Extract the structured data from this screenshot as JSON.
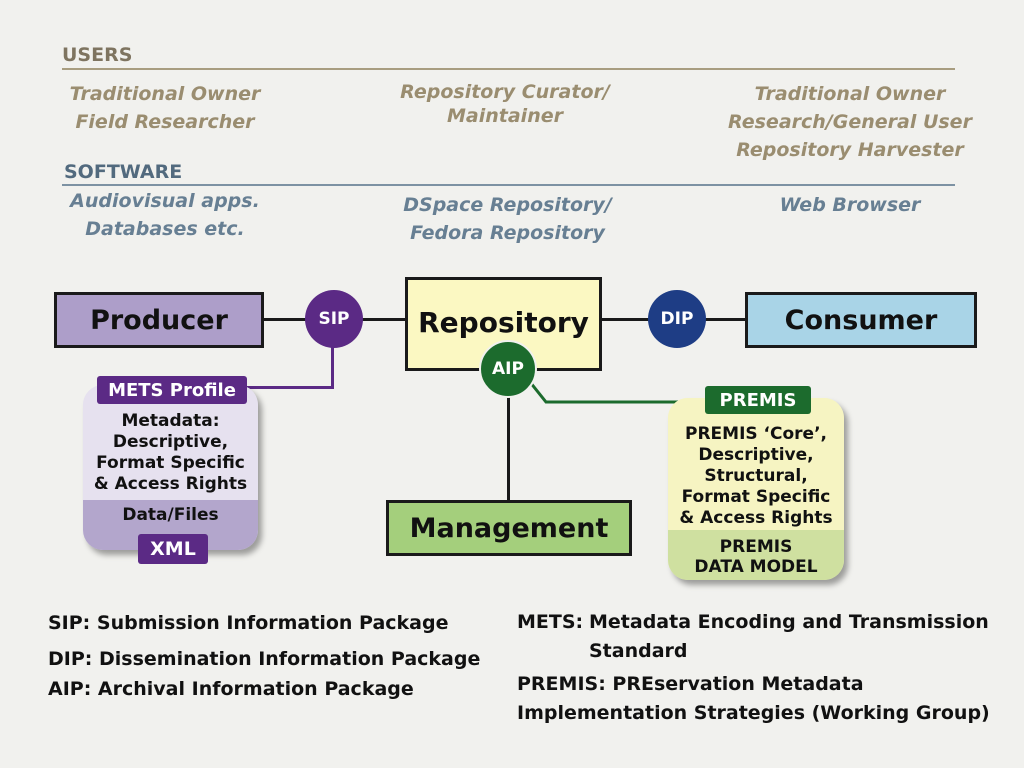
{
  "users": {
    "title": "USERS",
    "producer_side": [
      "Traditional Owner",
      "Field Researcher"
    ],
    "repository_side": [
      "Repository Curator/",
      "Maintainer"
    ],
    "consumer_side": [
      "Traditional Owner",
      "Research/General User",
      "Repository Harvester"
    ]
  },
  "software": {
    "title": "SOFTWARE",
    "producer_side": [
      "Audiovisual apps.",
      "Databases etc."
    ],
    "repository_side": [
      "DSpace Repository/",
      "Fedora Repository"
    ],
    "consumer_side": [
      "Web Browser"
    ]
  },
  "boxes": {
    "producer": "Producer",
    "repository": "Repository",
    "consumer": "Consumer",
    "management": "Management"
  },
  "packages": {
    "sip": "SIP",
    "dip": "DIP",
    "aip": "AIP"
  },
  "mets_card": {
    "label": "METS Profile",
    "metadata": [
      "Metadata:",
      "Descriptive,",
      "Format Specific",
      "& Access Rights"
    ],
    "data": "Data/Files",
    "tag": "XML"
  },
  "premis_card": {
    "label": "PREMIS",
    "metadata": [
      "PREMIS ‘Core’,",
      "Descriptive,",
      "Structural,",
      "Format Specific",
      "& Access Rights"
    ],
    "model": [
      "PREMIS",
      "DATA MODEL"
    ]
  },
  "legend": {
    "sip": "SIP: Submission Information Package",
    "dip": "DIP: Dissemination Information Package",
    "aip": "AIP: Archival Information Package",
    "mets_term": "METS:",
    "mets_def_1": "Metadata Encoding and Transmission",
    "mets_def_2": "Standard",
    "premis_line_1": "PREMIS: PREservation Metadata",
    "premis_line_2": "Implementation Strategies (Working Group)"
  },
  "colors": {
    "producer": "#ad9ec9",
    "repository": "#fbf8c2",
    "consumer": "#a9d4e7",
    "management": "#a4cf7c",
    "sip": "#5b2a85",
    "dip": "#1e3d85",
    "aip": "#1c6b2d",
    "users_text": "#9a8d70",
    "software_text": "#677f93"
  }
}
